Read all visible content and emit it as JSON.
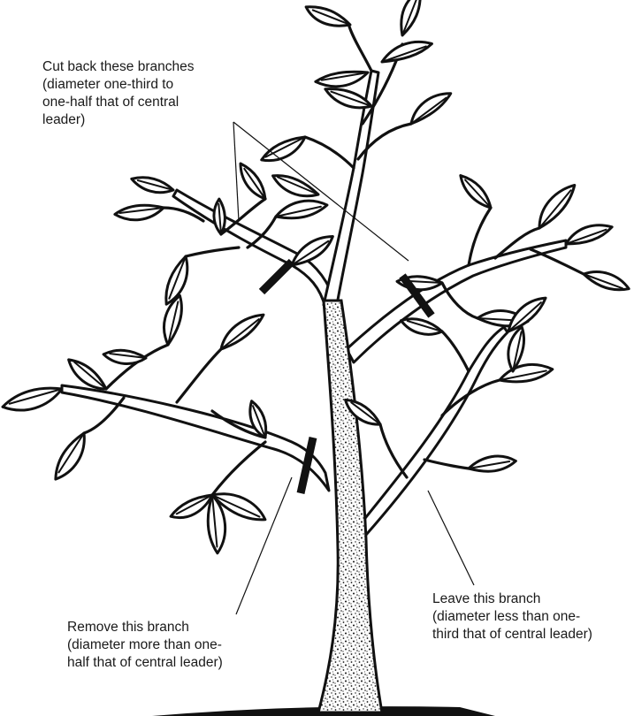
{
  "labels": {
    "cut_back": [
      "Cut back these branches",
      "(diameter one-third to",
      "one-half that of central",
      "leader)"
    ],
    "remove": [
      "Remove this branch",
      "(diameter more than one-",
      "half that of central leader)"
    ],
    "leave": [
      "Leave this branch",
      "(diameter less than one-",
      "third that of central leader)"
    ]
  },
  "colors": {
    "ink": "#111111",
    "background": "#ffffff"
  }
}
